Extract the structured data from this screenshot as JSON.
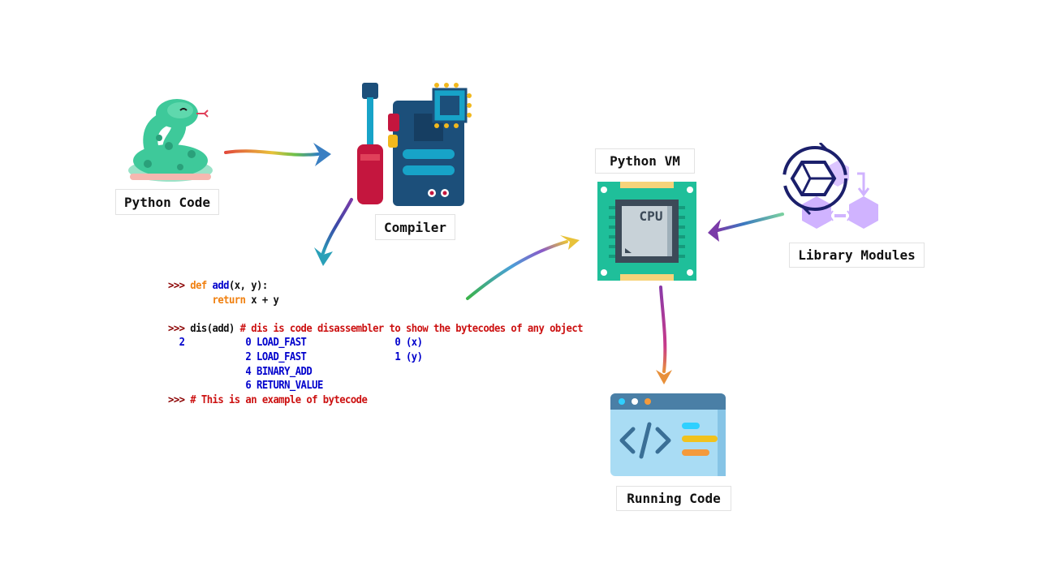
{
  "labels": {
    "python_code": "Python Code",
    "compiler": "Compiler",
    "python_vm": "Python VM",
    "library_modules": "Library Modules",
    "running_code": "Running Code"
  },
  "cpu_chip_text": "CPU",
  "code_lines": [
    [
      {
        "t": ">>> ",
        "c": "prompt"
      },
      {
        "t": "def ",
        "c": "kw"
      },
      {
        "t": "add",
        "c": "fn"
      },
      {
        "t": "(x, y):",
        "c": "plain"
      }
    ],
    [
      {
        "t": "        ",
        "c": "plain"
      },
      {
        "t": "return ",
        "c": "kw"
      },
      {
        "t": "x + y",
        "c": "plain"
      }
    ],
    [
      {
        "t": " ",
        "c": "plain"
      }
    ],
    [
      {
        "t": ">>> ",
        "c": "prompt"
      },
      {
        "t": "dis(add) ",
        "c": "plain"
      },
      {
        "t": "# dis is code disassembler to show the bytecodes of any object",
        "c": "comment"
      }
    ],
    [
      {
        "t": "  2           0 LOAD_FAST                0 (x)",
        "c": "bc"
      }
    ],
    [
      {
        "t": "              2 LOAD_FAST                1 (y)",
        "c": "bc"
      }
    ],
    [
      {
        "t": "              4 BINARY_ADD",
        "c": "bc"
      }
    ],
    [
      {
        "t": "              6 RETURN_VALUE",
        "c": "bc"
      }
    ],
    [
      {
        "t": ">>> ",
        "c": "prompt"
      },
      {
        "t": "# This is an example of bytecode",
        "c": "comment"
      }
    ]
  ],
  "colors": {
    "snake": "#3ec99a",
    "cpu_board": "#1fbf9a",
    "window_bar": "#4a7fa6",
    "library_purple": "#c8a6ff",
    "library_navy": "#1b1f6b"
  }
}
